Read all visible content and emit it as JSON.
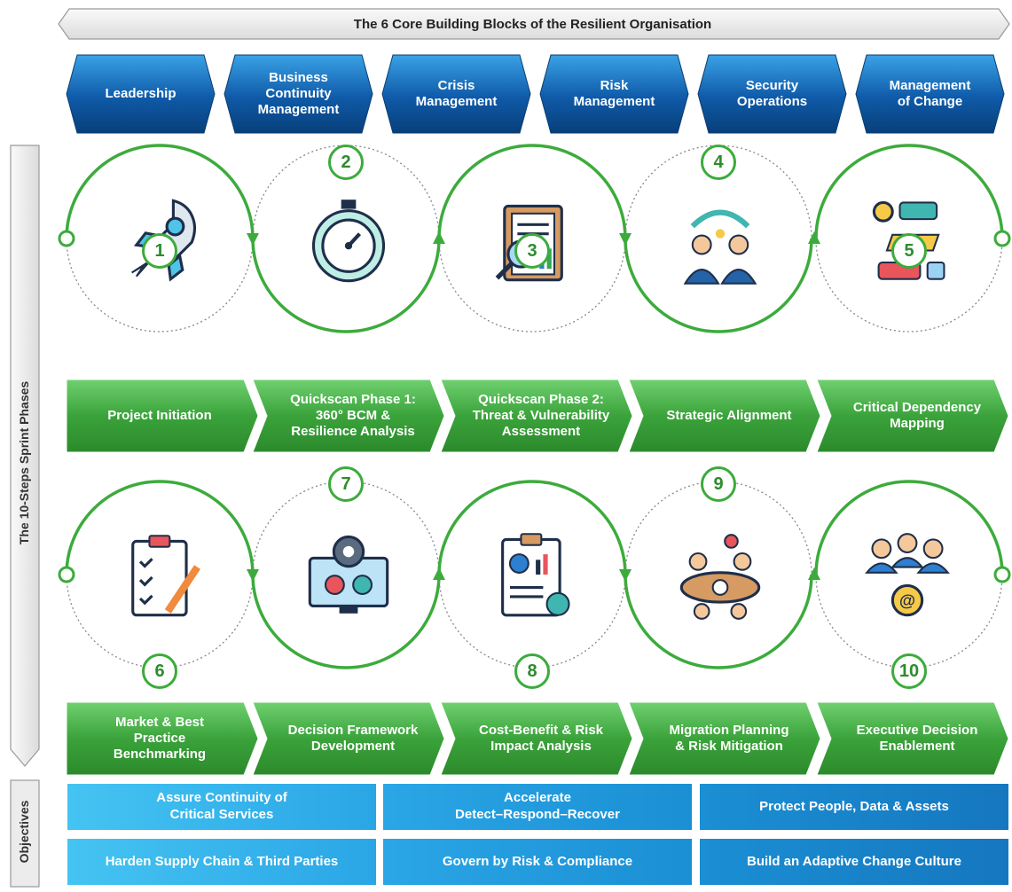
{
  "title": "The 6 Core Building Blocks of the Resilient Organisation",
  "side_labels": {
    "phases": "The 10-Steps Sprint Phases",
    "objectives": "Objectives"
  },
  "building_blocks": [
    "Leadership",
    "Business\nContinuity\nManagement",
    "Crisis\nManagement",
    "Risk\nManagement",
    "Security\nOperations",
    "Management\nof Change"
  ],
  "steps": [
    {
      "number": "1",
      "label": "Project Initiation",
      "icon": "rocket-icon"
    },
    {
      "number": "2",
      "label": "Quickscan Phase 1:\n360° BCM &\nResilience Analysis",
      "icon": "stopwatch-icon"
    },
    {
      "number": "3",
      "label": "Quickscan Phase 2:\nThreat & Vulnerability\nAssessment",
      "icon": "clipboard-magnifier-icon"
    },
    {
      "number": "4",
      "label": "Strategic Alignment",
      "icon": "people-alignment-icon"
    },
    {
      "number": "5",
      "label": "Critical Dependency\nMapping",
      "icon": "flowchart-gear-icon"
    },
    {
      "number": "6",
      "label": "Market & Best\nPractice\nBenchmarking",
      "icon": "checklist-pencil-icon"
    },
    {
      "number": "7",
      "label": "Decision Framework\nDevelopment",
      "icon": "monitor-gear-icon"
    },
    {
      "number": "8",
      "label": "Cost-Benefit & Risk\nImpact Analysis",
      "icon": "report-chart-icon"
    },
    {
      "number": "9",
      "label": "Migration Planning\n& Risk Mitigation",
      "icon": "meeting-table-icon"
    },
    {
      "number": "10",
      "label": "Executive Decision\nEnablement",
      "icon": "team-email-icon"
    }
  ],
  "objectives": [
    "Assure Continuity of\nCritical Services",
    "Accelerate\nDetect–Respond–Recover",
    "Protect People, Data & Assets",
    "Harden Supply Chain & Third Parties",
    "Govern by Risk & Compliance",
    "Build an Adaptive Change Culture"
  ],
  "colors": {
    "block_blue_dark": "#0b4a8c",
    "block_blue_light": "#2a8fd6",
    "phase_green_dark": "#2e8b2e",
    "phase_green_light": "#5cc45c",
    "objective_blue": "#1e90d6",
    "circle_green": "#3cab3c",
    "header_grey": "#efefef"
  }
}
